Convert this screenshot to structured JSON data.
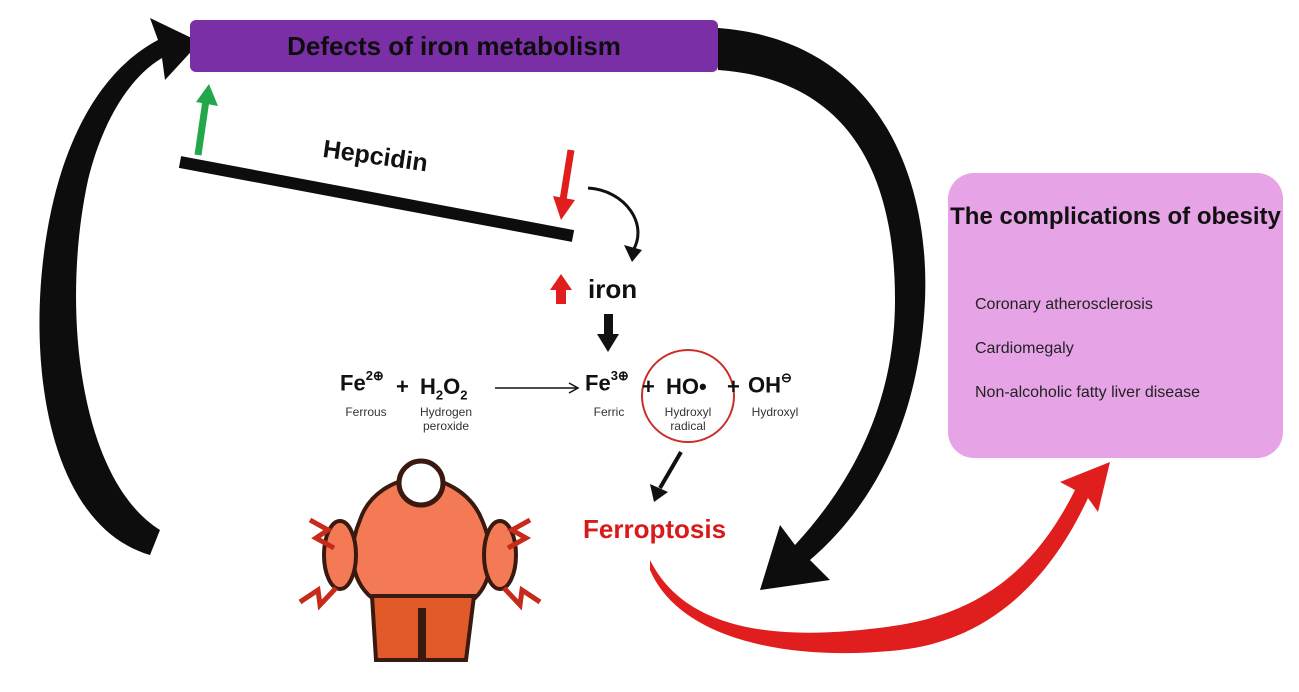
{
  "header": {
    "title": "Defects of iron metabolism"
  },
  "hepcidin": {
    "label": "Hepcidin"
  },
  "iron": {
    "label": "iron"
  },
  "reaction": {
    "ferrous": {
      "symbol": "Fe",
      "charge": "2⊕",
      "label": "Ferrous"
    },
    "plus": "+",
    "peroxide": {
      "symbol": "H",
      "sub1": "2",
      "mid": "O",
      "sub2": "2",
      "label_line1": "Hydrogen",
      "label_line2": "peroxide"
    },
    "ferric": {
      "symbol": "Fe",
      "charge": "3⊕",
      "label": "Ferric"
    },
    "radical": {
      "symbol": "HO•",
      "label_line1": "Hydroxyl",
      "label_line2": "radical"
    },
    "hydroxide": {
      "symbol": "OH",
      "charge": "⊖",
      "label": "Hydroxyl"
    }
  },
  "ferroptosis": {
    "label": "Ferroptosis"
  },
  "complications": {
    "title": "The complications of obesity",
    "items": [
      "Coronary atherosclerosis",
      "Cardiomegaly",
      "Non-alcoholic fatty liver disease"
    ]
  },
  "colors": {
    "header_bg": "#7b2fa6",
    "complications_bg": "#e6a3e6",
    "up_arrow": "#22a84a",
    "down_arrow": "#e01e1e",
    "ferroptosis": "#d81a1a",
    "person": "#f47a55"
  }
}
